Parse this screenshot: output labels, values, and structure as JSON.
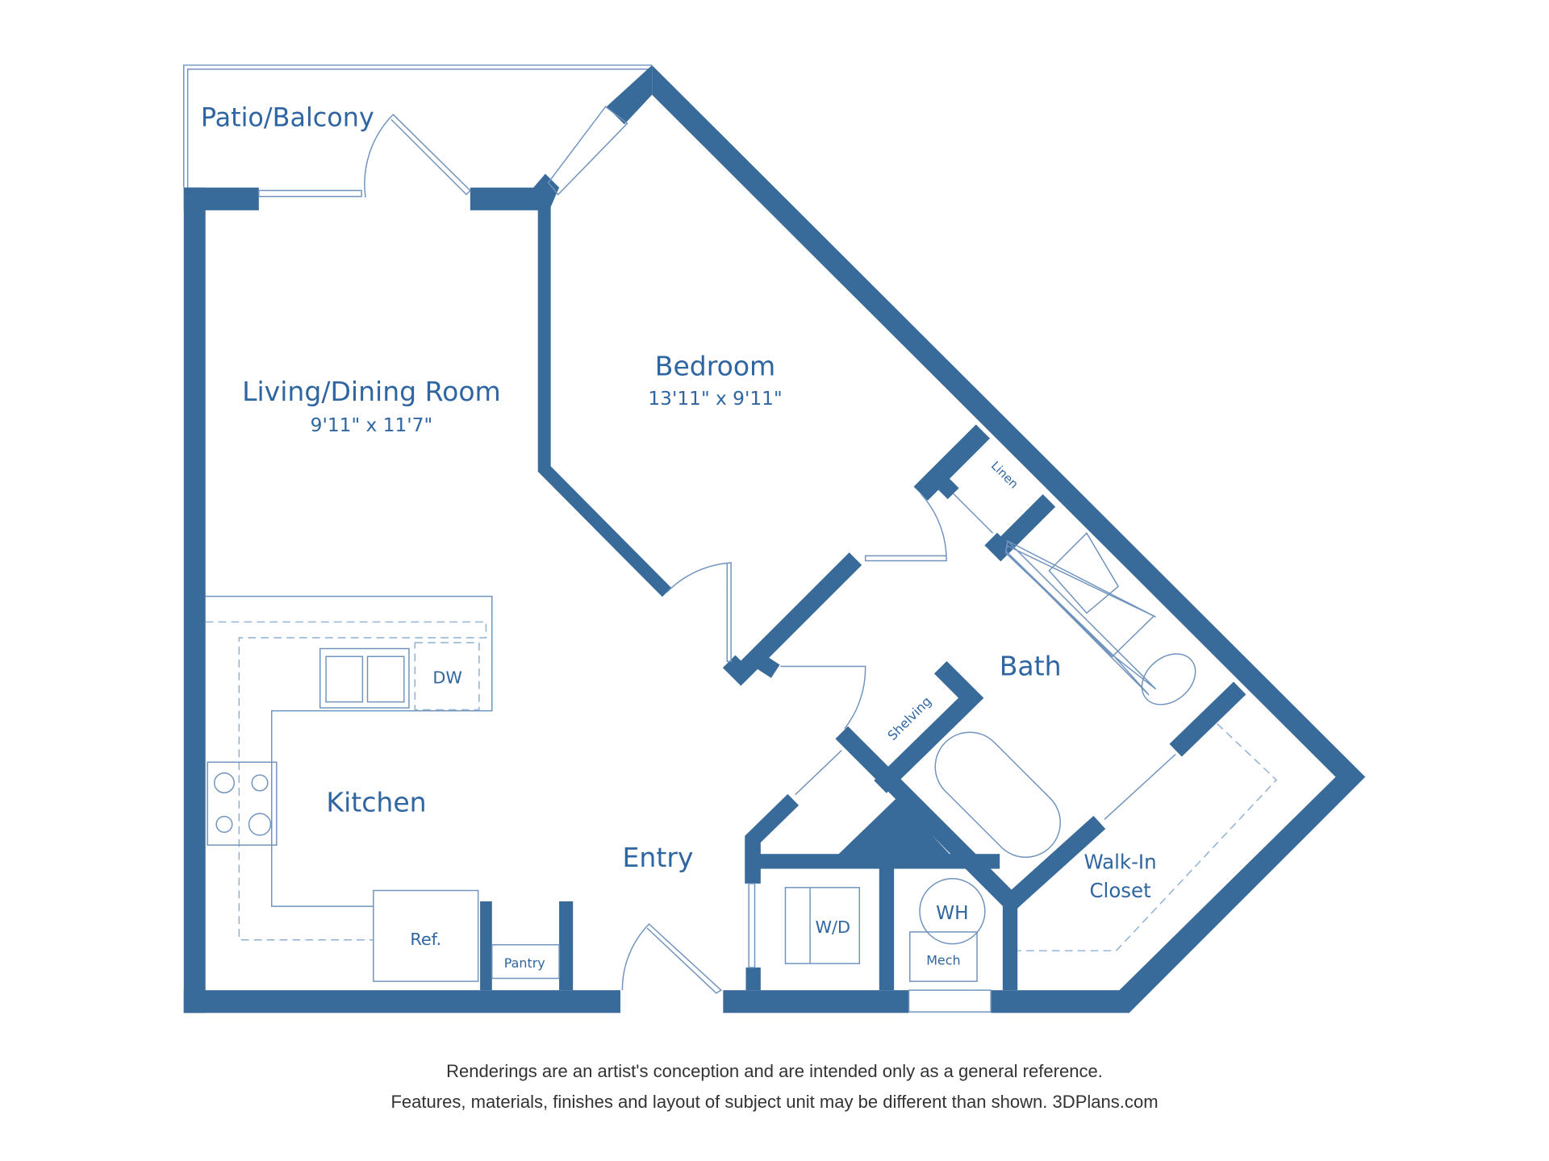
{
  "floorplan": {
    "wall_color": "#386a9a",
    "rooms": {
      "patio": {
        "label": "Patio/Balcony"
      },
      "living": {
        "label": "Living/Dining Room",
        "dimensions": "9'11\" x 11'7\""
      },
      "bedroom": {
        "label": "Bedroom",
        "dimensions": "13'11\" x 9'11\""
      },
      "bath": {
        "label": "Bath"
      },
      "kitchen": {
        "label": "Kitchen"
      },
      "entry": {
        "label": "Entry"
      },
      "closet": {
        "line1": "Walk-In",
        "line2": "Closet"
      }
    },
    "fixtures": {
      "dishwasher": "DW",
      "refrigerator": "Ref.",
      "pantry": "Pantry",
      "washer_dryer": "W/D",
      "water_heater": "WH",
      "mechanical": "Mech",
      "linen": "Linen",
      "shelving": "Shelving"
    }
  },
  "disclaimer": {
    "line1": "Renderings are an artist's conception and are intended only as a general reference.",
    "line2": "Features, materials, finishes and layout of subject unit may be different than shown. 3DPlans.com"
  }
}
